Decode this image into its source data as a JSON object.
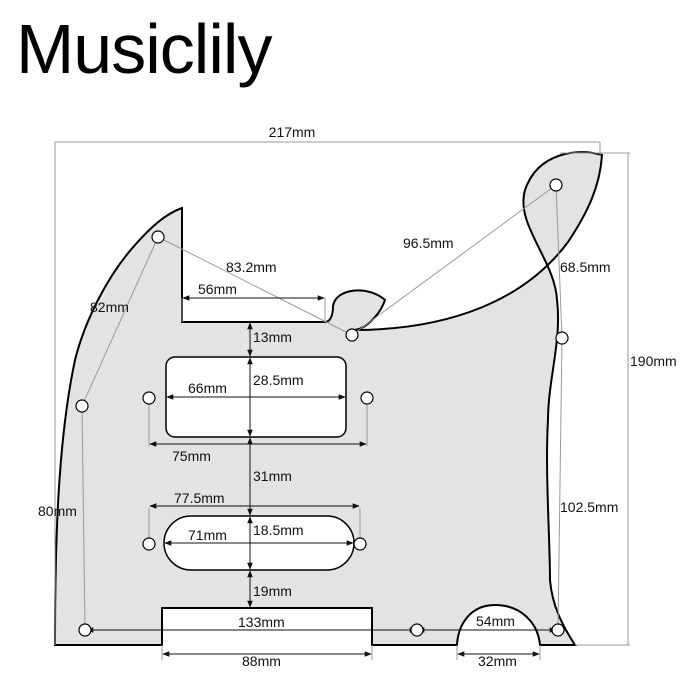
{
  "brand": {
    "name": "Musiclily"
  },
  "colors": {
    "body_fill": "#e3e3e3",
    "outline": "#000000",
    "dimension_line": "#9a9a9a",
    "hole_fill": "#ffffff"
  },
  "dimensions": {
    "overall_width": "217mm",
    "overall_height": "190mm",
    "left_edge": "80mm",
    "right_lower": "102.5mm",
    "right_upper": "68.5mm",
    "upper_left_diag": "82mm",
    "screw_diag_left": "83.2mm",
    "screw_diag_right": "96.5mm",
    "neck_pocket_width": "56mm",
    "neck_gap": "13mm",
    "humbucker_length": "66mm",
    "humbucker_width": "28.5mm",
    "humbucker_mount": "75mm",
    "pickup_gap": "31mm",
    "single_mount": "77.5mm",
    "single_length": "71mm",
    "single_width": "18.5mm",
    "bridge_gap": "19mm",
    "bottom_screws": "133mm",
    "bridge_cut": "88mm",
    "jack_cut": "32mm",
    "jack_screw": "54mm"
  }
}
